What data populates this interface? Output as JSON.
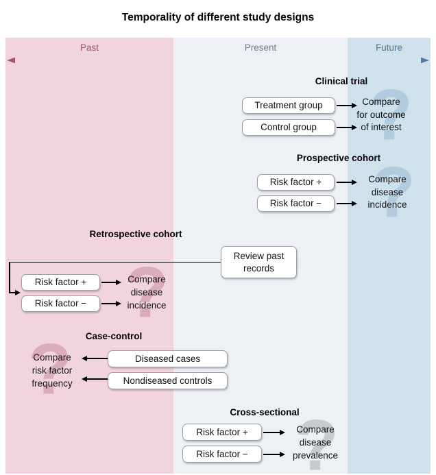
{
  "title": "Temporality of different study designs",
  "glyphs": {
    "question_mark": "?"
  },
  "timeline": {
    "labels": {
      "past": "Past",
      "present": "Present",
      "future": "Future"
    },
    "colors": {
      "past_band": "#f2d5dc",
      "present_band": "#edf1f5",
      "future_band": "#cfe1eb",
      "past_accent": "#a4536c",
      "present_accent": "#747d87",
      "future_accent": "#4b7899",
      "watermark_blue": "#b3cbde",
      "watermark_pink": "#dbadbb",
      "watermark_gray": "#c6cbd0"
    }
  },
  "sections": {
    "clinical_trial": {
      "heading": "Clinical trial",
      "boxes": [
        "Treatment group",
        "Control group"
      ],
      "outcome_lines": [
        "Compare",
        "for outcome",
        "of interest"
      ]
    },
    "prospective_cohort": {
      "heading": "Prospective cohort",
      "boxes": [
        "Risk factor +",
        "Risk factor −"
      ],
      "outcome_lines": [
        "Compare",
        "disease",
        "incidence"
      ]
    },
    "retrospective_cohort": {
      "heading": "Retrospective cohort",
      "review_box": "Review past records",
      "boxes": [
        "Risk factor +",
        "Risk factor −"
      ],
      "outcome_lines": [
        "Compare",
        "disease",
        "incidence"
      ]
    },
    "case_control": {
      "heading": "Case-control",
      "boxes": [
        "Diseased cases",
        "Nondiseased controls"
      ],
      "outcome_lines": [
        "Compare",
        "risk factor",
        "frequency"
      ]
    },
    "cross_sectional": {
      "heading": "Cross-sectional",
      "boxes": [
        "Risk factor +",
        "Risk factor −"
      ],
      "outcome_lines": [
        "Compare",
        "disease",
        "prevalence"
      ]
    }
  }
}
